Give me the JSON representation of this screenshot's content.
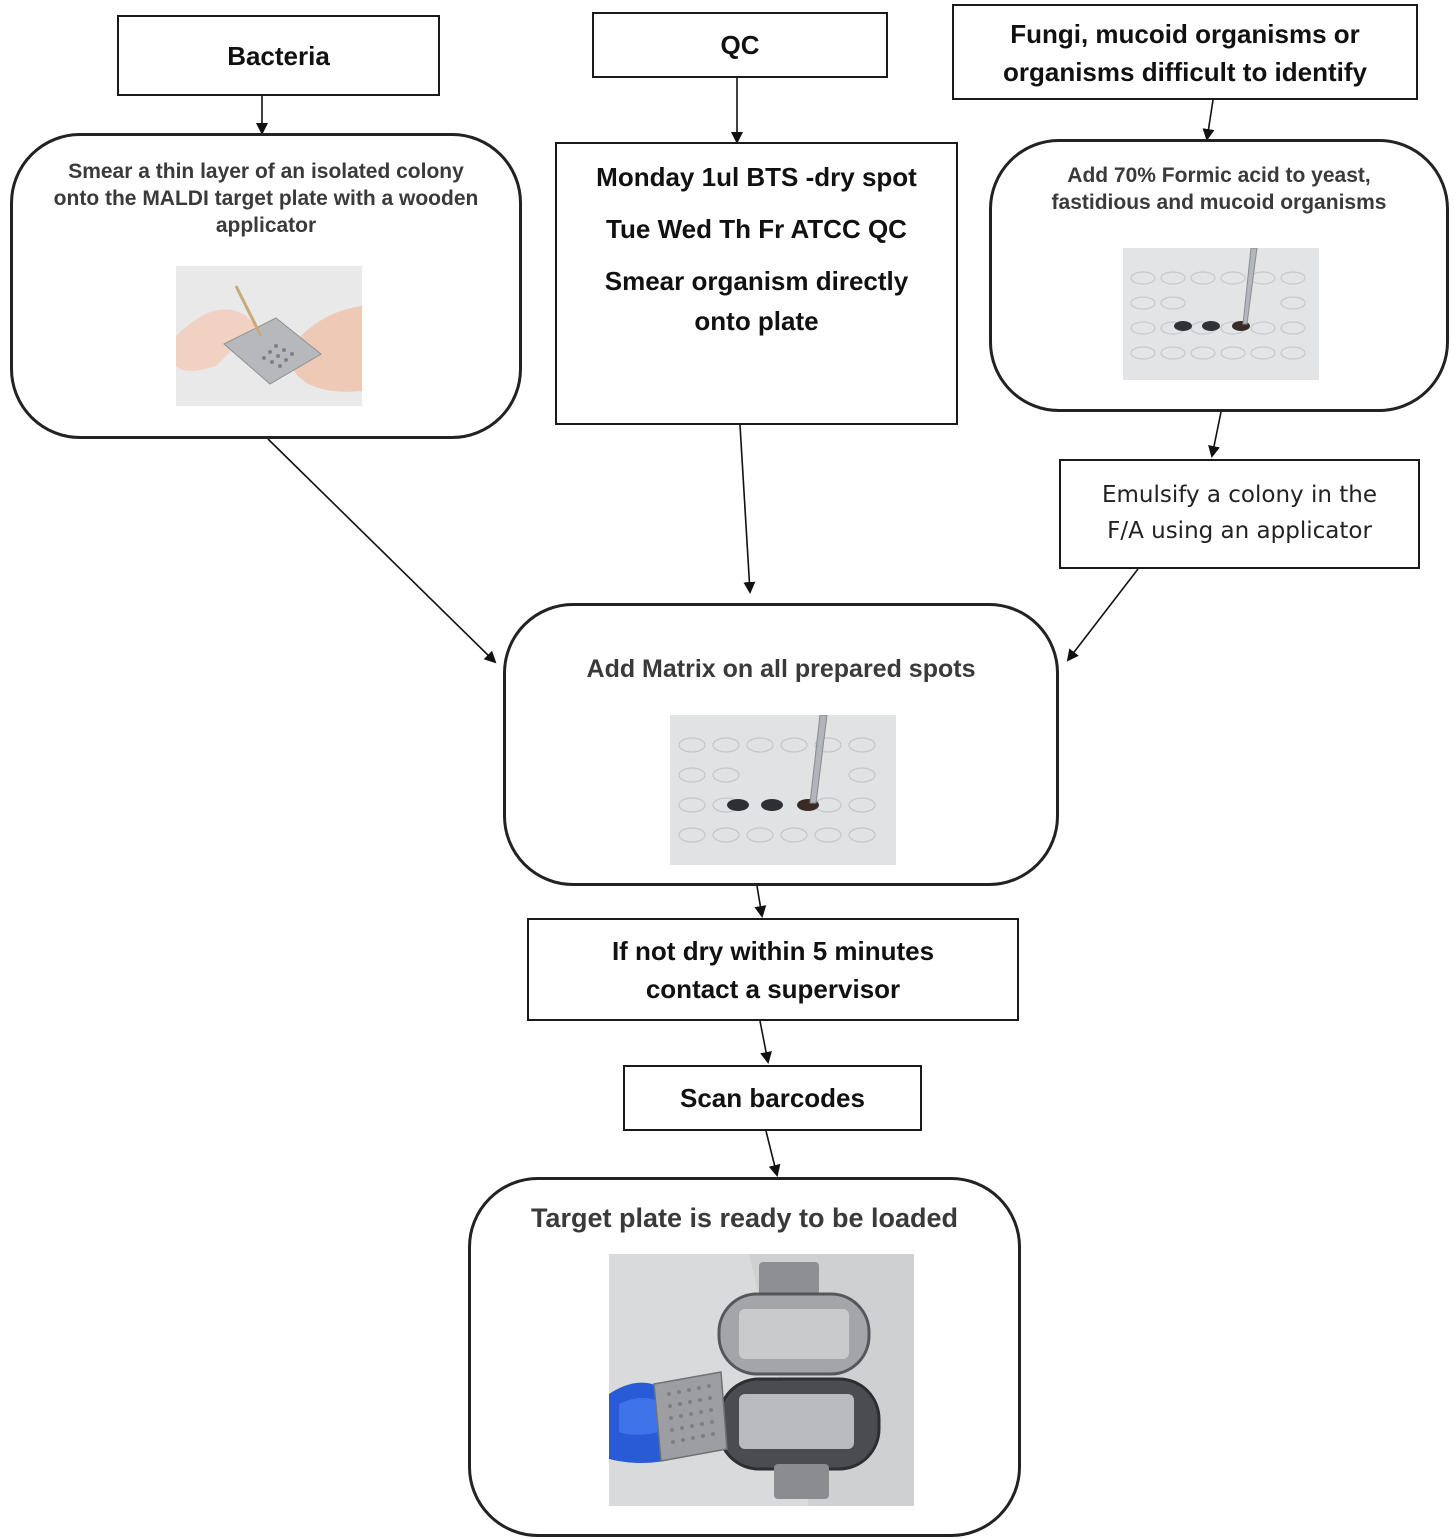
{
  "nodes": {
    "bacteria": {
      "label": "Bacteria"
    },
    "qc": {
      "label": "QC"
    },
    "fungi": {
      "label_line1": "Fungi, mucoid organisms or",
      "label_line2": "organisms difficult to identify"
    },
    "smear": {
      "line1": "Smear a thin layer of an isolated colony",
      "line2": "onto the MALDI target plate with a wooden",
      "line3": "applicator"
    },
    "qc_steps": {
      "line1": "Monday 1ul BTS -dry spot",
      "line2": "Tue Wed Th Fr ATCC QC",
      "line3": "Smear organism directly",
      "line4": "onto plate"
    },
    "formic": {
      "line1": "Add 70% Formic acid to yeast,",
      "line2": "fastidious and mucoid organisms"
    },
    "emulsify": {
      "line1": "Emulsify a colony in the",
      "line2": "F/A using an applicator"
    },
    "matrix": {
      "label": "Add Matrix on all prepared spots"
    },
    "dry": {
      "line1": "If not dry within 5 minutes",
      "line2": "contact a supervisor"
    },
    "scan": {
      "label": "Scan barcodes"
    },
    "ready": {
      "label": "Target plate is ready to be loaded"
    }
  },
  "edges": [
    {
      "from": "Bacteria",
      "to": "Smear a thin layer of an isolated colony"
    },
    {
      "from": "QC",
      "to": "Monday 1ul BTS -dry spot"
    },
    {
      "from": "Fungi, mucoid organisms or organisms difficult to identify",
      "to": "Add 70% Formic acid to yeast, fastidious and mucoid organisms"
    },
    {
      "from": "Add 70% Formic acid to yeast, fastidious and mucoid organisms",
      "to": "Emulsify a colony in the F/A using an applicator"
    },
    {
      "from": "Smear a thin layer of an isolated colony",
      "to": "Add Matrix on all prepared spots"
    },
    {
      "from": "Monday 1ul BTS -dry spot",
      "to": "Add Matrix on all prepared spots"
    },
    {
      "from": "Emulsify a colony in the F/A using an applicator",
      "to": "Add Matrix on all prepared spots"
    },
    {
      "from": "Add Matrix on all prepared spots",
      "to": "If not dry within 5 minutes contact a supervisor"
    },
    {
      "from": "If not dry within 5 minutes contact a supervisor",
      "to": "Scan barcodes"
    },
    {
      "from": "Scan barcodes",
      "to": "Target plate is ready to be loaded"
    }
  ]
}
